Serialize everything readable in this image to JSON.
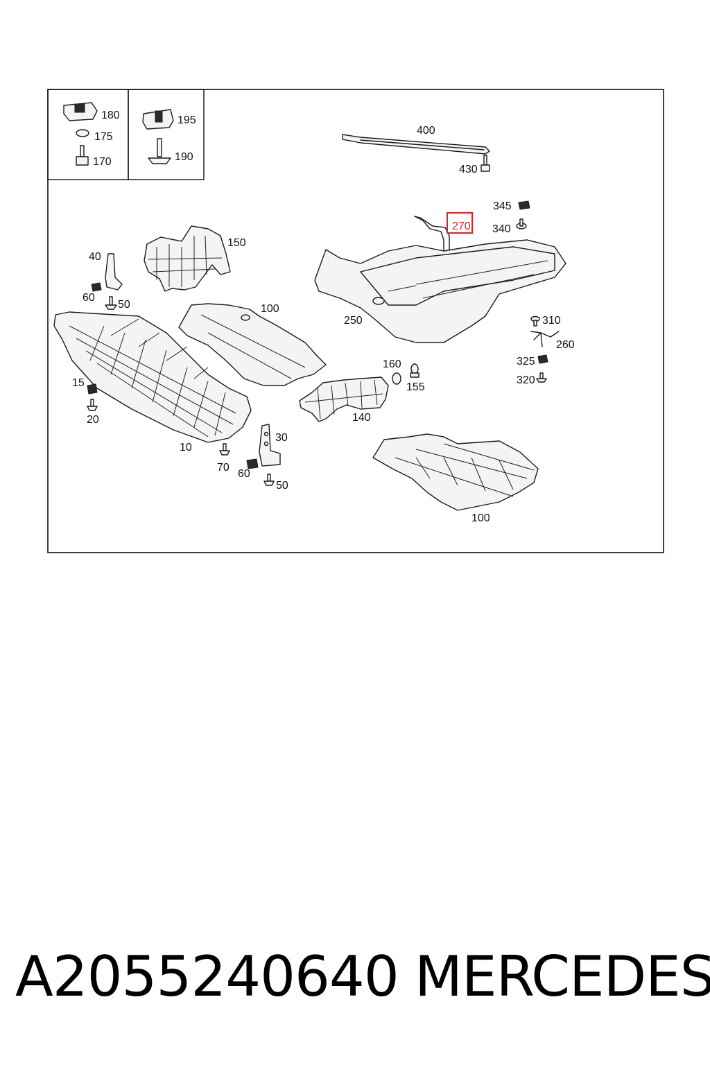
{
  "labels": {
    "l180": "180",
    "l175": "175",
    "l170": "170",
    "l195": "195",
    "l190": "190",
    "l400": "400",
    "l430": "430",
    "l345": "345",
    "l270": "270",
    "l340": "340",
    "l150": "150",
    "l40": "40",
    "l60a": "60",
    "l50a": "50",
    "l100a": "100",
    "l250": "250",
    "l310": "310",
    "l260": "260",
    "l325": "325",
    "l320": "320",
    "l160": "160",
    "l155": "155",
    "l140": "140",
    "l15": "15",
    "l20": "20",
    "l10": "10",
    "l30": "30",
    "l70": "70",
    "l60b": "60",
    "l50b": "50",
    "l100b": "100"
  },
  "highlight": {
    "label": "270",
    "color": "#e02020"
  },
  "footer": {
    "part_number": "A2055240640",
    "brand": "MERCEDES"
  }
}
